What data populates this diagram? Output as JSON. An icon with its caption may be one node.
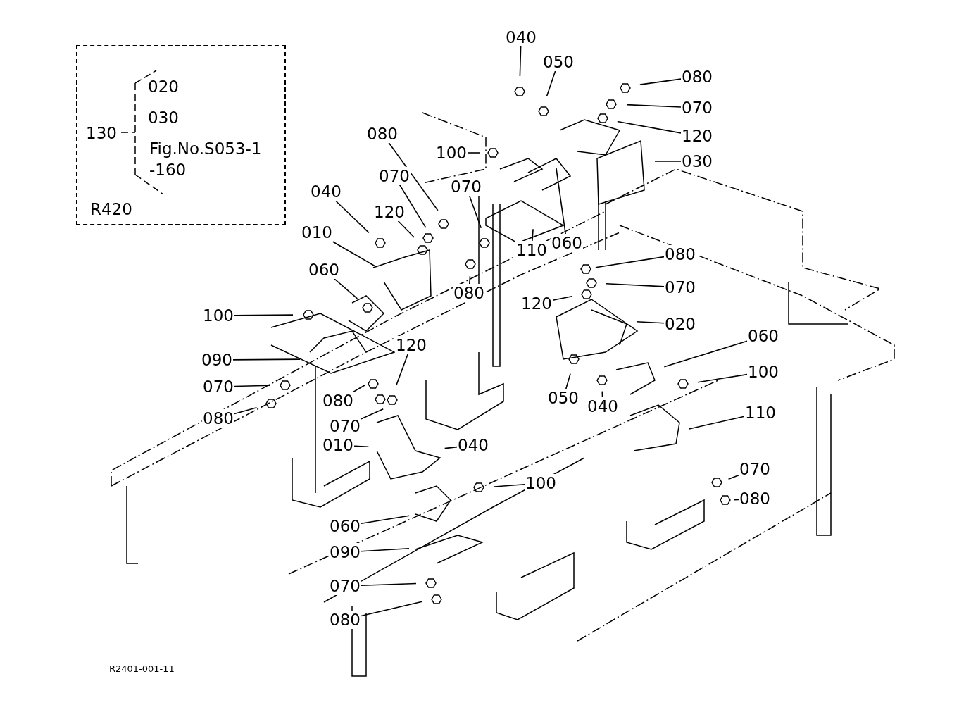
{
  "diagram": {
    "nodes": [
      {
        "text": [
          "020",
          "030",
          "Fig.No.S053-1 -160",
          "130",
          "R420"
        ]
      },
      {
        "text": [
          "040"
        ]
      },
      {
        "text": [
          "050"
        ]
      },
      {
        "text": [
          "080"
        ]
      },
      {
        "text": [
          "070"
        ]
      },
      {
        "text": [
          "120"
        ]
      },
      {
        "text": [
          "030"
        ]
      },
      {
        "text": [
          "080"
        ]
      },
      {
        "text": [
          "100"
        ]
      },
      {
        "text": [
          "070"
        ]
      },
      {
        "text": [
          "070"
        ]
      },
      {
        "text": [
          "040"
        ]
      },
      {
        "text": [
          "120"
        ]
      },
      {
        "text": [
          "010"
        ]
      },
      {
        "text": [
          "060"
        ]
      },
      {
        "text": [
          "110"
        ]
      },
      {
        "text": [
          "080"
        ]
      },
      {
        "text": [
          "080"
        ]
      },
      {
        "text": [
          "070"
        ]
      },
      {
        "text": [
          "120"
        ]
      },
      {
        "text": [
          "060"
        ]
      },
      {
        "text": [
          "020"
        ]
      },
      {
        "text": [
          "100"
        ]
      },
      {
        "text": [
          "060"
        ]
      },
      {
        "text": [
          "100"
        ]
      },
      {
        "text": [
          "090"
        ]
      },
      {
        "text": [
          "120"
        ]
      },
      {
        "text": [
          "050"
        ]
      },
      {
        "text": [
          "040"
        ]
      },
      {
        "text": [
          "070"
        ]
      },
      {
        "text": [
          "080"
        ]
      },
      {
        "text": [
          "070"
        ]
      },
      {
        "text": [
          "080"
        ]
      },
      {
        "text": [
          "010"
        ]
      },
      {
        "text": [
          "040"
        ]
      },
      {
        "text": [
          "110"
        ]
      },
      {
        "text": [
          "100"
        ]
      },
      {
        "text": [
          "070"
        ]
      },
      {
        "text": [
          "080"
        ]
      },
      {
        "text": [
          "060"
        ]
      },
      {
        "text": [
          "090"
        ]
      },
      {
        "text": [
          "070"
        ]
      },
      {
        "text": [
          "080"
        ]
      }
    ],
    "edges": [
      {
        "from": 1,
        "to": null,
        "arrow": "none"
      },
      {
        "from": 2,
        "to": null,
        "arrow": "none"
      },
      {
        "from": 3,
        "to": null,
        "arrow": "none"
      },
      {
        "from": 4,
        "to": null,
        "arrow": "none"
      },
      {
        "from": 5,
        "to": null,
        "arrow": "none"
      },
      {
        "from": 6,
        "to": null,
        "arrow": "none"
      },
      {
        "from": 7,
        "to": null,
        "arrow": "none"
      },
      {
        "from": 8,
        "to": null,
        "arrow": "none"
      },
      {
        "from": 9,
        "to": null,
        "arrow": "none"
      },
      {
        "from": 10,
        "to": null,
        "arrow": "none"
      },
      {
        "from": 11,
        "to": null,
        "arrow": "none"
      },
      {
        "from": 12,
        "to": null,
        "arrow": "none"
      },
      {
        "from": 13,
        "to": null,
        "arrow": "none"
      },
      {
        "from": 14,
        "to": null,
        "arrow": "none"
      },
      {
        "from": 15,
        "to": null,
        "arrow": "none"
      },
      {
        "from": 16,
        "to": null,
        "arrow": "none"
      },
      {
        "from": 17,
        "to": null,
        "arrow": "none"
      },
      {
        "from": 18,
        "to": null,
        "arrow": "none"
      },
      {
        "from": 19,
        "to": null,
        "arrow": "none"
      },
      {
        "from": 20,
        "to": null,
        "arrow": "none"
      },
      {
        "from": 21,
        "to": null,
        "arrow": "none"
      },
      {
        "from": 22,
        "to": null,
        "arrow": "none"
      },
      {
        "from": 23,
        "to": null,
        "arrow": "none"
      },
      {
        "from": 24,
        "to": null,
        "arrow": "none"
      },
      {
        "from": 25,
        "to": null,
        "arrow": "none"
      },
      {
        "from": 26,
        "to": null,
        "arrow": "none"
      },
      {
        "from": 27,
        "to": null,
        "arrow": "none"
      },
      {
        "from": 28,
        "to": null,
        "arrow": "none"
      },
      {
        "from": 29,
        "to": null,
        "arrow": "none"
      },
      {
        "from": 30,
        "to": null,
        "arrow": "none"
      },
      {
        "from": 31,
        "to": null,
        "arrow": "none"
      },
      {
        "from": 32,
        "to": null,
        "arrow": "none"
      },
      {
        "from": 33,
        "to": null,
        "arrow": "none"
      },
      {
        "from": 34,
        "to": null,
        "arrow": "none"
      },
      {
        "from": 35,
        "to": null,
        "arrow": "none"
      },
      {
        "from": 36,
        "to": null,
        "arrow": "none"
      },
      {
        "from": 37,
        "to": null,
        "arrow": "none"
      },
      {
        "from": 38,
        "to": null,
        "arrow": "none"
      },
      {
        "from": 39,
        "to": null,
        "arrow": "none"
      },
      {
        "from": 40,
        "to": null,
        "arrow": "none"
      },
      {
        "from": 41,
        "to": null,
        "arrow": "none"
      },
      {
        "from": 42,
        "to": null,
        "arrow": "none"
      }
    ],
    "labels": [
      "R2401-001-11"
    ]
  }
}
